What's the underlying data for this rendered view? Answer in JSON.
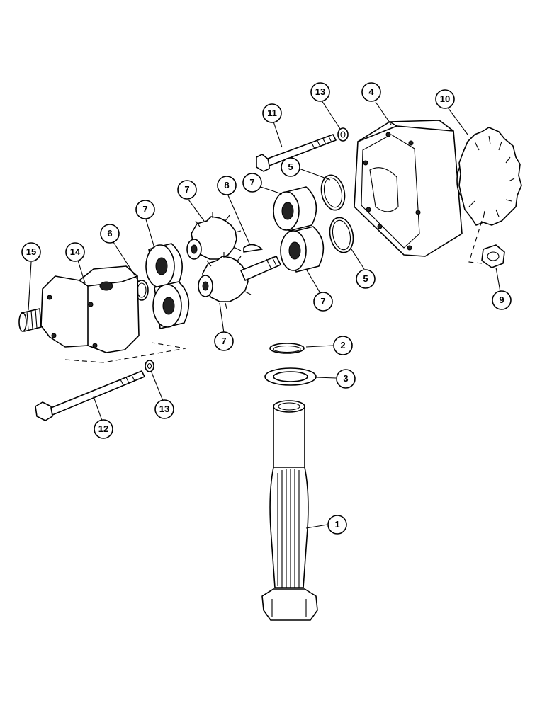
{
  "diagram": {
    "callouts": [
      {
        "id": "c1",
        "label": "1"
      },
      {
        "id": "c2",
        "label": "2"
      },
      {
        "id": "c3",
        "label": "3"
      },
      {
        "id": "c4",
        "label": "4"
      },
      {
        "id": "c5a",
        "label": "5"
      },
      {
        "id": "c5b",
        "label": "5"
      },
      {
        "id": "c6",
        "label": "6"
      },
      {
        "id": "c7a",
        "label": "7"
      },
      {
        "id": "c7b",
        "label": "7"
      },
      {
        "id": "c7c",
        "label": "7"
      },
      {
        "id": "c7d",
        "label": "7"
      },
      {
        "id": "c7e",
        "label": "7"
      },
      {
        "id": "c8",
        "label": "8"
      },
      {
        "id": "c9",
        "label": "9"
      },
      {
        "id": "c10",
        "label": "10"
      },
      {
        "id": "c11",
        "label": "11"
      },
      {
        "id": "c12",
        "label": "12"
      },
      {
        "id": "c13a",
        "label": "13"
      },
      {
        "id": "c13b",
        "label": "13"
      },
      {
        "id": "c14",
        "label": "14"
      },
      {
        "id": "c15",
        "label": "15"
      }
    ]
  }
}
